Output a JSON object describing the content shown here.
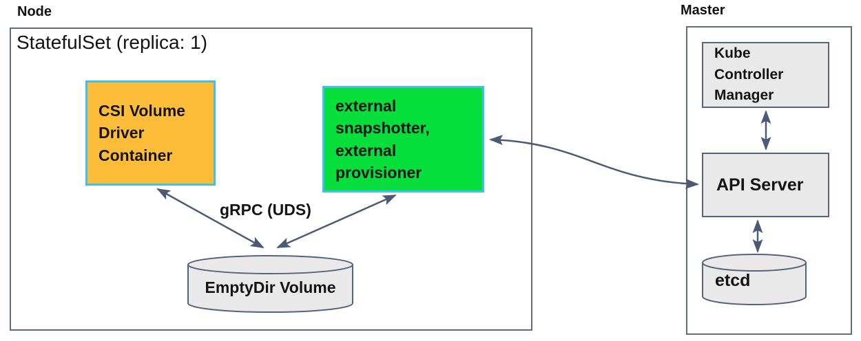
{
  "node": {
    "title": "Node",
    "statefulset": "StatefulSet (replica: 1)",
    "csi_label": "CSI Volume Driver Container",
    "sidecar_label": "external snapshotter, external provisioner",
    "grpc": "gRPC (UDS)",
    "emptydir": "EmptyDir Volume"
  },
  "master": {
    "title": "Master",
    "kcm": "Kube Controller Manager",
    "api": "API Server",
    "etcd": "etcd"
  },
  "colors": {
    "csi_fill": "#fdbd39",
    "sidecar_fill": "#05de3b",
    "accent_border": "#41bdee",
    "gray_fill": "#e9e9e9",
    "arrow": "#4a5b73"
  }
}
